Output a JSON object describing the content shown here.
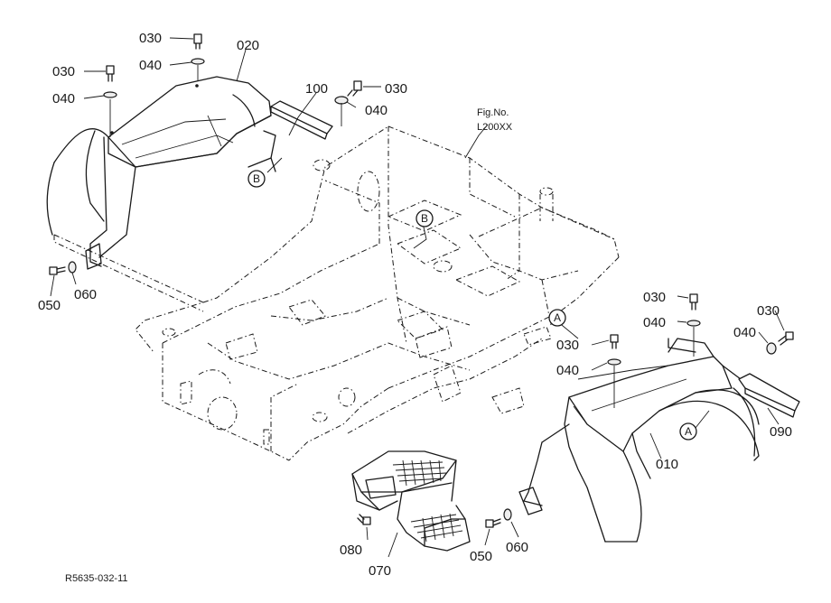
{
  "figure_ref": {
    "line1": "Fig.No.",
    "line2": "L200XX"
  },
  "drawing_code": "R5635-032-11",
  "part_labels": {
    "p010": "010",
    "p020": "020",
    "p030a": "030",
    "p030b": "030",
    "p030c": "030",
    "p030d": "030",
    "p030e": "030",
    "p030f": "030",
    "p040a": "040",
    "p040b": "040",
    "p040c": "040",
    "p040d": "040",
    "p040e": "040",
    "p040f": "040",
    "p050a": "050",
    "p050b": "050",
    "p060a": "060",
    "p060b": "060",
    "p070": "070",
    "p080": "080",
    "p090": "090",
    "p100": "100"
  },
  "callouts": {
    "a1": "A",
    "a2": "A",
    "b1": "B",
    "b2": "B"
  }
}
